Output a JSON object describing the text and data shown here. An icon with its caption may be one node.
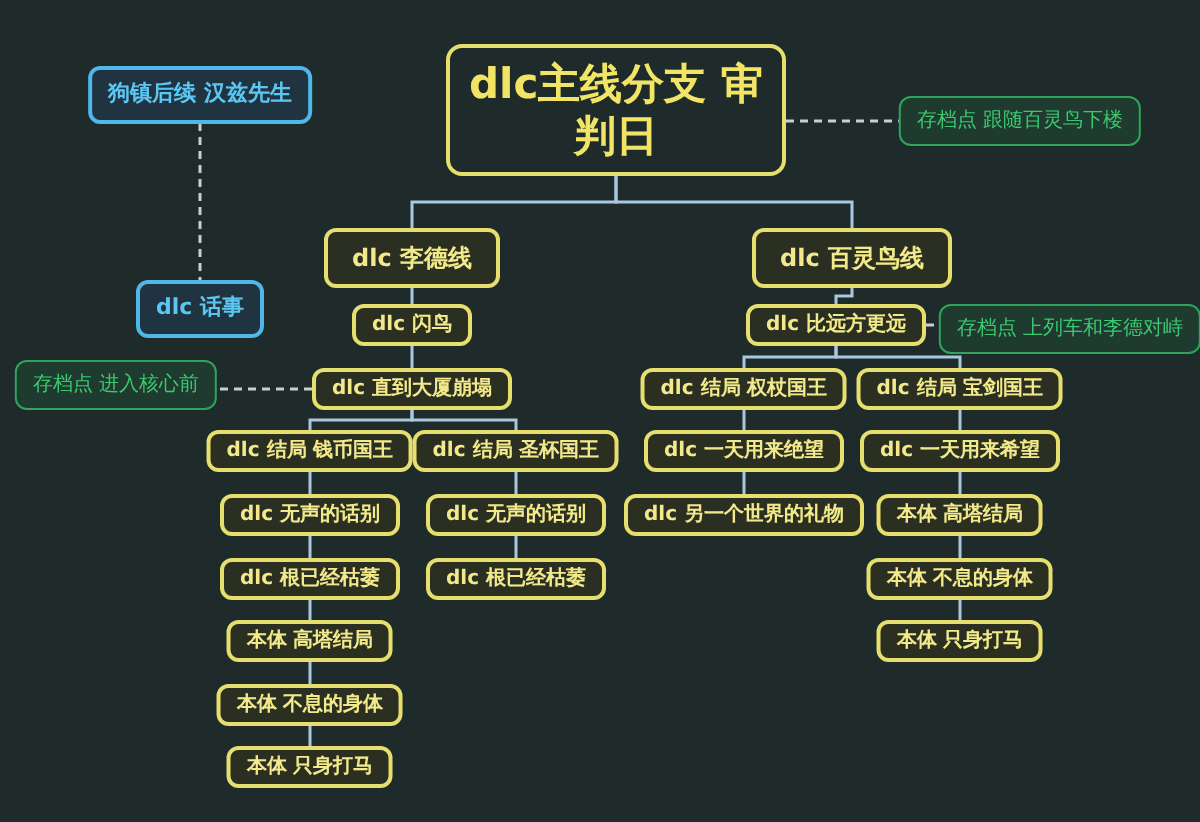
{
  "diagram": {
    "nodes": [
      {
        "text": [
          "dlc主线分支 审判日"
        ]
      },
      {
        "text": [
          "存档点 跟随百灵鸟下楼"
        ]
      },
      {
        "text": [
          "狗镇后续 汉兹先生"
        ]
      },
      {
        "text": [
          "dlc 话事"
        ]
      },
      {
        "text": [
          "dlc 李德线"
        ]
      },
      {
        "text": [
          "dlc 百灵鸟线"
        ]
      },
      {
        "text": [
          "dlc 闪鸟"
        ]
      },
      {
        "text": [
          "dlc 比远方更远"
        ]
      },
      {
        "text": [
          "存档点 上列车和李德对峙"
        ]
      },
      {
        "text": [
          "存档点 进入核心前"
        ]
      },
      {
        "text": [
          "dlc 直到大厦崩塌"
        ]
      },
      {
        "text": [
          "dlc 结局 权杖国王"
        ]
      },
      {
        "text": [
          "dlc 结局 宝剑国王"
        ]
      },
      {
        "text": [
          "dlc 结局 钱币国王"
        ]
      },
      {
        "text": [
          "dlc 结局 圣杯国王"
        ]
      },
      {
        "text": [
          "dlc 一天用来绝望"
        ]
      },
      {
        "text": [
          "dlc 一天用来希望"
        ]
      },
      {
        "text": [
          "dlc 无声的话别"
        ]
      },
      {
        "text": [
          "dlc 无声的话别"
        ]
      },
      {
        "text": [
          "dlc 另一个世界的礼物"
        ]
      },
      {
        "text": [
          "本体 高塔结局"
        ]
      },
      {
        "text": [
          "dlc 根已经枯萎"
        ]
      },
      {
        "text": [
          "dlc 根已经枯萎"
        ]
      },
      {
        "text": [
          "本体 不息的身体"
        ]
      },
      {
        "text": [
          "本体 高塔结局"
        ]
      },
      {
        "text": [
          "本体 只身打马"
        ]
      },
      {
        "text": [
          "本体 不息的身体"
        ]
      },
      {
        "text": [
          "本体 只身打马"
        ]
      }
    ],
    "edges": [
      {
        "from": 0,
        "to": 4,
        "arrow": "none"
      },
      {
        "from": 0,
        "to": 5,
        "arrow": "none"
      },
      {
        "from": 0,
        "to": 1,
        "arrow": "none",
        "style": "dashed",
        "color": "#c8d0d0"
      },
      {
        "from": 2,
        "to": 3,
        "arrow": "none",
        "style": "dashed",
        "color": "#c8d0d0"
      },
      {
        "from": 4,
        "to": 6,
        "arrow": "none"
      },
      {
        "from": 6,
        "to": 10,
        "arrow": "none"
      },
      {
        "from": 10,
        "to": 9,
        "arrow": "none",
        "style": "dashed",
        "color": "#c8d0d0"
      },
      {
        "from": 10,
        "to": 13,
        "arrow": "none"
      },
      {
        "from": 10,
        "to": 14,
        "arrow": "none"
      },
      {
        "from": 13,
        "to": 17,
        "arrow": "none"
      },
      {
        "from": 17,
        "to": 21,
        "arrow": "none"
      },
      {
        "from": 21,
        "to": 24,
        "arrow": "none"
      },
      {
        "from": 24,
        "to": 26,
        "arrow": "none"
      },
      {
        "from": 26,
        "to": 27,
        "arrow": "none"
      },
      {
        "from": 14,
        "to": 18,
        "arrow": "none"
      },
      {
        "from": 18,
        "to": 22,
        "arrow": "none"
      },
      {
        "from": 5,
        "to": 7,
        "arrow": "none"
      },
      {
        "from": 7,
        "to": 8,
        "arrow": "none",
        "style": "dashed",
        "color": "#c8d0d0"
      },
      {
        "from": 7,
        "to": 11,
        "arrow": "none"
      },
      {
        "from": 7,
        "to": 12,
        "arrow": "none"
      },
      {
        "from": 11,
        "to": 15,
        "arrow": "none"
      },
      {
        "from": 15,
        "to": 19,
        "arrow": "none"
      },
      {
        "from": 12,
        "to": 16,
        "arrow": "none"
      },
      {
        "from": 16,
        "to": 20,
        "arrow": "none"
      },
      {
        "from": 20,
        "to": 23,
        "arrow": "none"
      },
      {
        "from": 23,
        "to": 25,
        "arrow": "none"
      }
    ]
  }
}
